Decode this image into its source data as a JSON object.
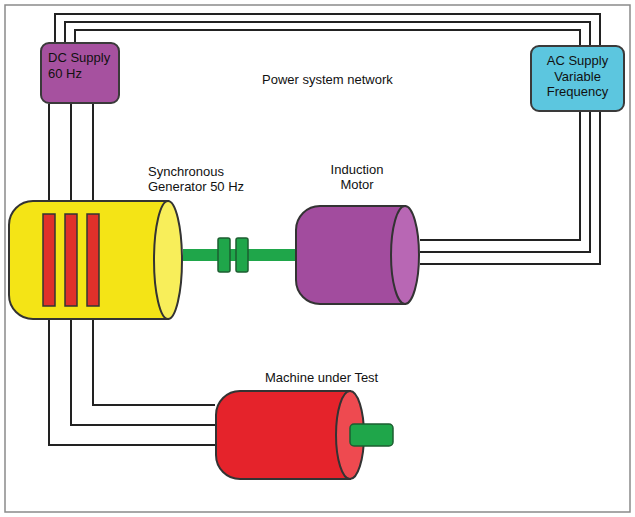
{
  "diagram": {
    "nodes": [
      {
        "text": [
          "DC Supply 60 Hz"
        ]
      },
      {
        "text": [
          "AC Supply Variable Frequency"
        ]
      },
      {
        "text": [
          "Synchronous Generator 50 Hz"
        ]
      },
      {
        "text": [
          "Induction Motor"
        ]
      },
      {
        "text": [
          "Machine under Test"
        ]
      }
    ],
    "edges": [
      {
        "from": 0,
        "to": 1,
        "arrow": "none"
      },
      {
        "from": 1,
        "to": 3,
        "arrow": "none"
      },
      {
        "from": 0,
        "to": 2,
        "arrow": "none"
      },
      {
        "from": 2,
        "to": 3,
        "arrow": "none"
      },
      {
        "from": 2,
        "to": 4,
        "arrow": "none"
      }
    ],
    "labels": [
      "Power system network"
    ]
  }
}
